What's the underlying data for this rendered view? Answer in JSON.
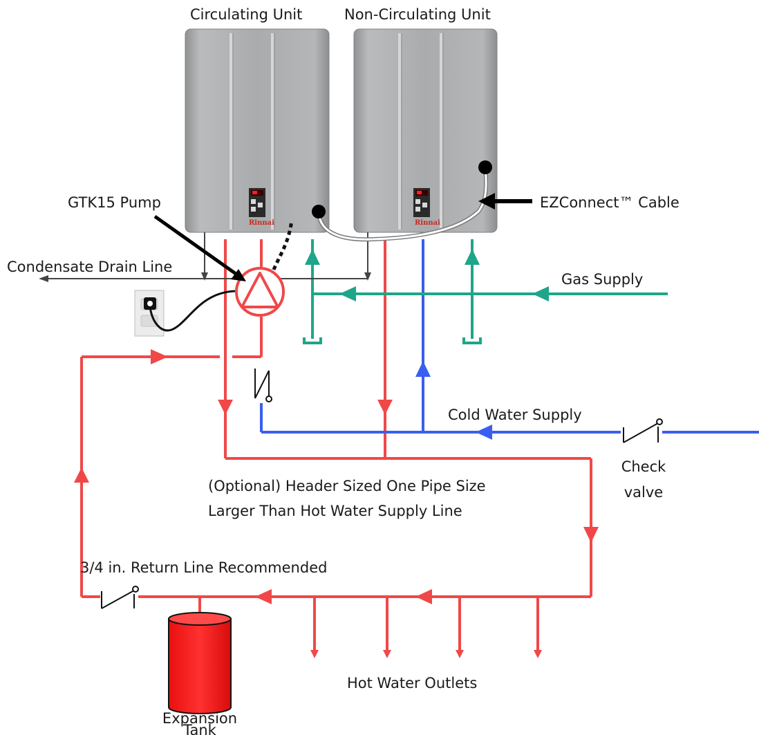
{
  "labels": {
    "circulating_unit": "Circulating Unit",
    "non_circulating_unit": "Non-Circulating Unit",
    "gtk15_pump": "GTK15 Pump",
    "ezconnect_cable": "EZConnect™ Cable",
    "condensate_drain_line": "Condensate Drain Line",
    "gas_supply": "Gas Supply",
    "cold_water_supply": "Cold Water Supply",
    "check_valve_line1": "Check",
    "check_valve_line2": "valve",
    "header_line1": "(Optional) Header Sized One Pipe Size",
    "header_line2": "Larger Than Hot Water Supply Line",
    "return_line": "3/4 in. Return Line Recommended",
    "hot_water_outlets": "Hot Water Outlets",
    "expansion_tank_line1": "Expansion",
    "expansion_tank_line2": "Tank"
  },
  "unit_branding": {
    "logo_text": "Rinnai"
  },
  "colors": {
    "hot_water": "#f04848",
    "cold_water": "#3a5ef0",
    "gas": "#1fa589",
    "drain": "#444444",
    "cable": "#000000",
    "unit_body": "#a6a8aa"
  }
}
